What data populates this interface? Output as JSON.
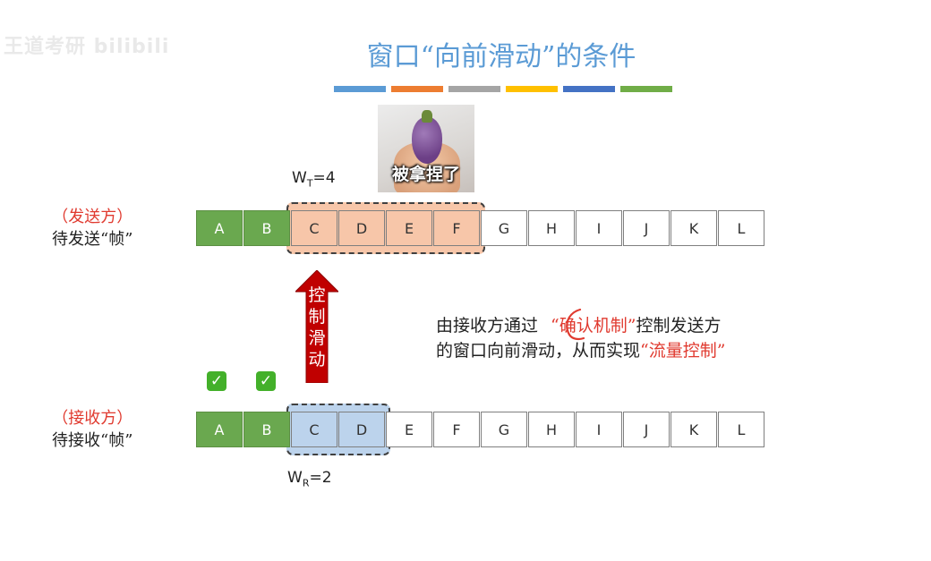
{
  "watermark": "王道考研 bilibili",
  "title": "窗口“向前滑动”的条件",
  "title_bar_colors": [
    "#5b9bd5",
    "#ed7d31",
    "#a5a5a5",
    "#ffc000",
    "#4472c4",
    "#70ad47"
  ],
  "meme": {
    "caption": "被拿捏了"
  },
  "sender": {
    "label_role": "（发送方）",
    "label_desc": "待发送“帧”",
    "window_label_main": "W",
    "window_label_sub": "T",
    "window_label_value": "=4",
    "window_start": 2,
    "window_size": 4,
    "acked_count": 2,
    "frames": [
      "A",
      "B",
      "C",
      "D",
      "E",
      "F",
      "G",
      "H",
      "I",
      "J",
      "K",
      "L"
    ]
  },
  "receiver": {
    "label_role": "（接收方）",
    "label_desc": "待接收“帧”",
    "window_label_main": "W",
    "window_label_sub": "R",
    "window_label_value": "=2",
    "window_start": 2,
    "window_size": 2,
    "received_count": 2,
    "frames": [
      "A",
      "B",
      "C",
      "D",
      "E",
      "F",
      "G",
      "H",
      "I",
      "J",
      "K",
      "L"
    ]
  },
  "arrow_text": [
    "控",
    "制",
    "滑",
    "动"
  ],
  "description": {
    "line1_prefix": "由接收方通过",
    "line1_highlight": "“确认机制”",
    "line1_suffix": "控制发送方",
    "line2_prefix": "的窗口向前滑动，从而实现",
    "line2_highlight": "“流量控制”"
  },
  "colors": {
    "title": "#5b9bd5",
    "accent_red": "#e03a2f",
    "frame_green": "#6aa84f",
    "send_window": "#f7c6a9",
    "recv_window": "#bcd3ec",
    "arrow": "#c00000"
  },
  "icons": {
    "check": "check-mark-icon",
    "arrow": "up-arrow-icon"
  }
}
